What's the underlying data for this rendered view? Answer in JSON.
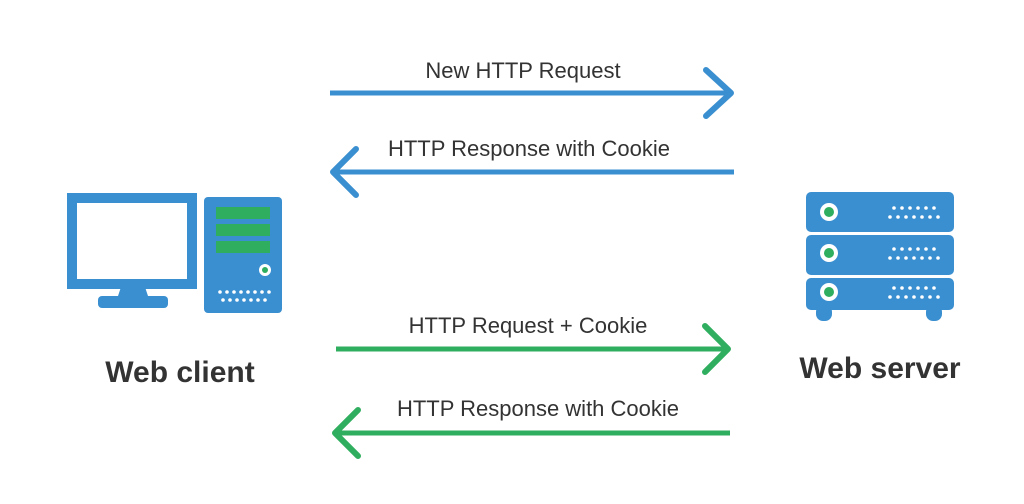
{
  "colors": {
    "blue": "#3a8fd0",
    "green": "#2fae5f",
    "text": "#333333",
    "led_green": "#2fae5f",
    "white": "#ffffff"
  },
  "client": {
    "label": "Web client",
    "icon": "desktop-computer-icon"
  },
  "server": {
    "label": "Web server",
    "icon": "server-rack-icon"
  },
  "messages": [
    {
      "label": "New HTTP Request",
      "direction": "client-to-server",
      "color": "blue"
    },
    {
      "label": "HTTP Response with Cookie",
      "direction": "server-to-client",
      "color": "blue"
    },
    {
      "label": "HTTP Request + Cookie",
      "direction": "client-to-server",
      "color": "green"
    },
    {
      "label": "HTTP Response with Cookie",
      "direction": "server-to-client",
      "color": "green"
    }
  ]
}
